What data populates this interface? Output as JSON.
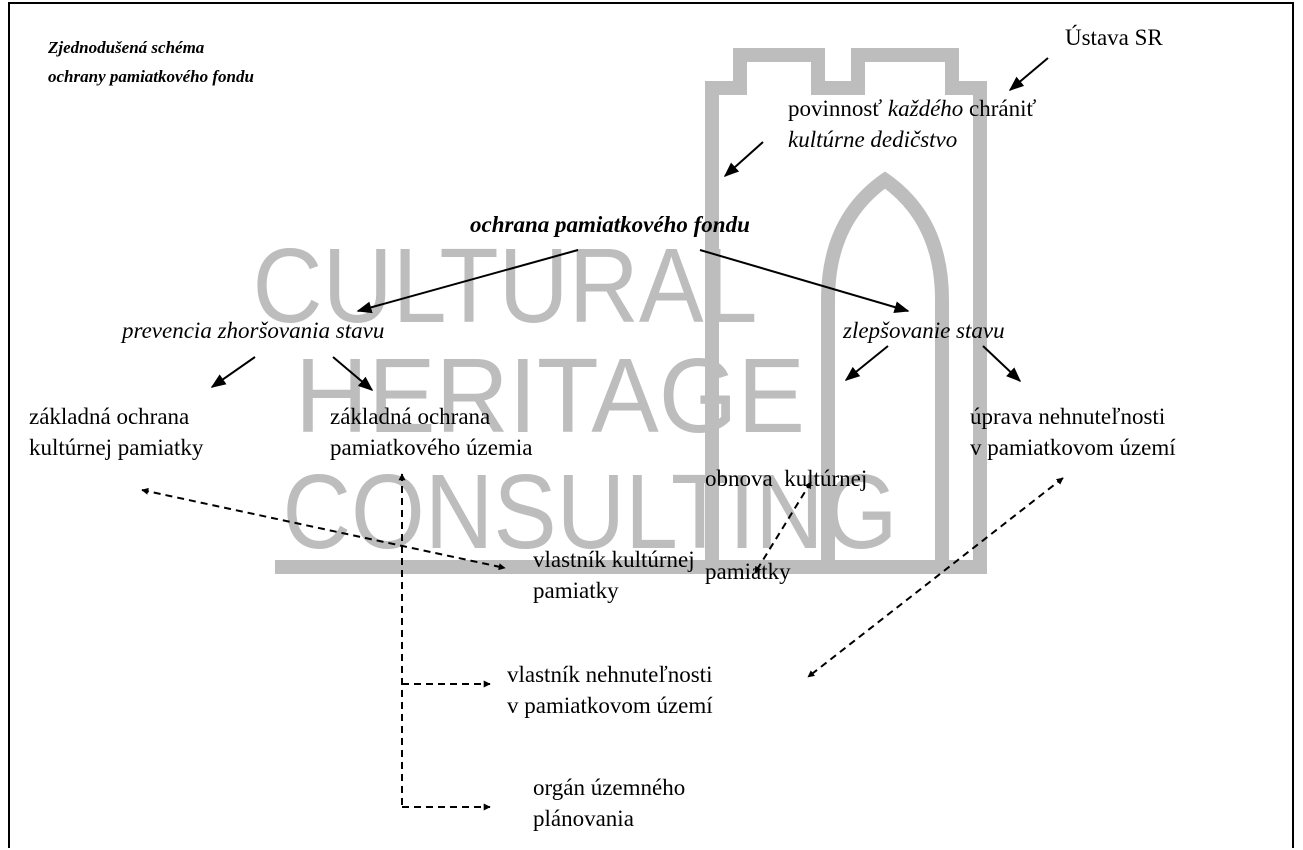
{
  "title": {
    "line1": "Zjednodušená schéma",
    "line2": "ochrany pamiatkového fondu"
  },
  "watermark": {
    "line1": "CULTURAL",
    "line2": "HERITAGE",
    "line3": "CONSULTING"
  },
  "nodes": {
    "ustava": "Ústava SR",
    "povinnost": {
      "a": "povinnosť ",
      "b": "každého",
      "c": " chrániť",
      "line2": "kultúrne dedičstvo"
    },
    "ochrana": "ochrana pamiatkového fondu",
    "prevencia": "prevencia zhoršovania stavu",
    "zlepsovanie": "zlepšovanie stavu",
    "zakladna_pamiatky": {
      "line1": "základná ochrana",
      "line2": "kultúrnej pamiatky"
    },
    "zakladna_uzemia": {
      "line1": "základná ochrana",
      "line2": "pamiatkového územia"
    },
    "obnova": {
      "line1": "obnova  kultúrnej",
      "line2": "pamiatky"
    },
    "uprava": {
      "line1": "úprava nehnuteľnosti",
      "line2": "v pamiatkovom území"
    },
    "vlastnik_pamiatky": {
      "line1": "vlastník kultúrnej",
      "line2": "pamiatky"
    },
    "vlastnik_nehnutelnosti": {
      "line1": "vlastník nehnuteľnosti",
      "line2": "v pamiatkovom území"
    },
    "organ": {
      "line1": "orgán územného",
      "line2": "plánovania"
    }
  },
  "colors": {
    "watermark": "#bdbdbd",
    "line": "#000000"
  }
}
